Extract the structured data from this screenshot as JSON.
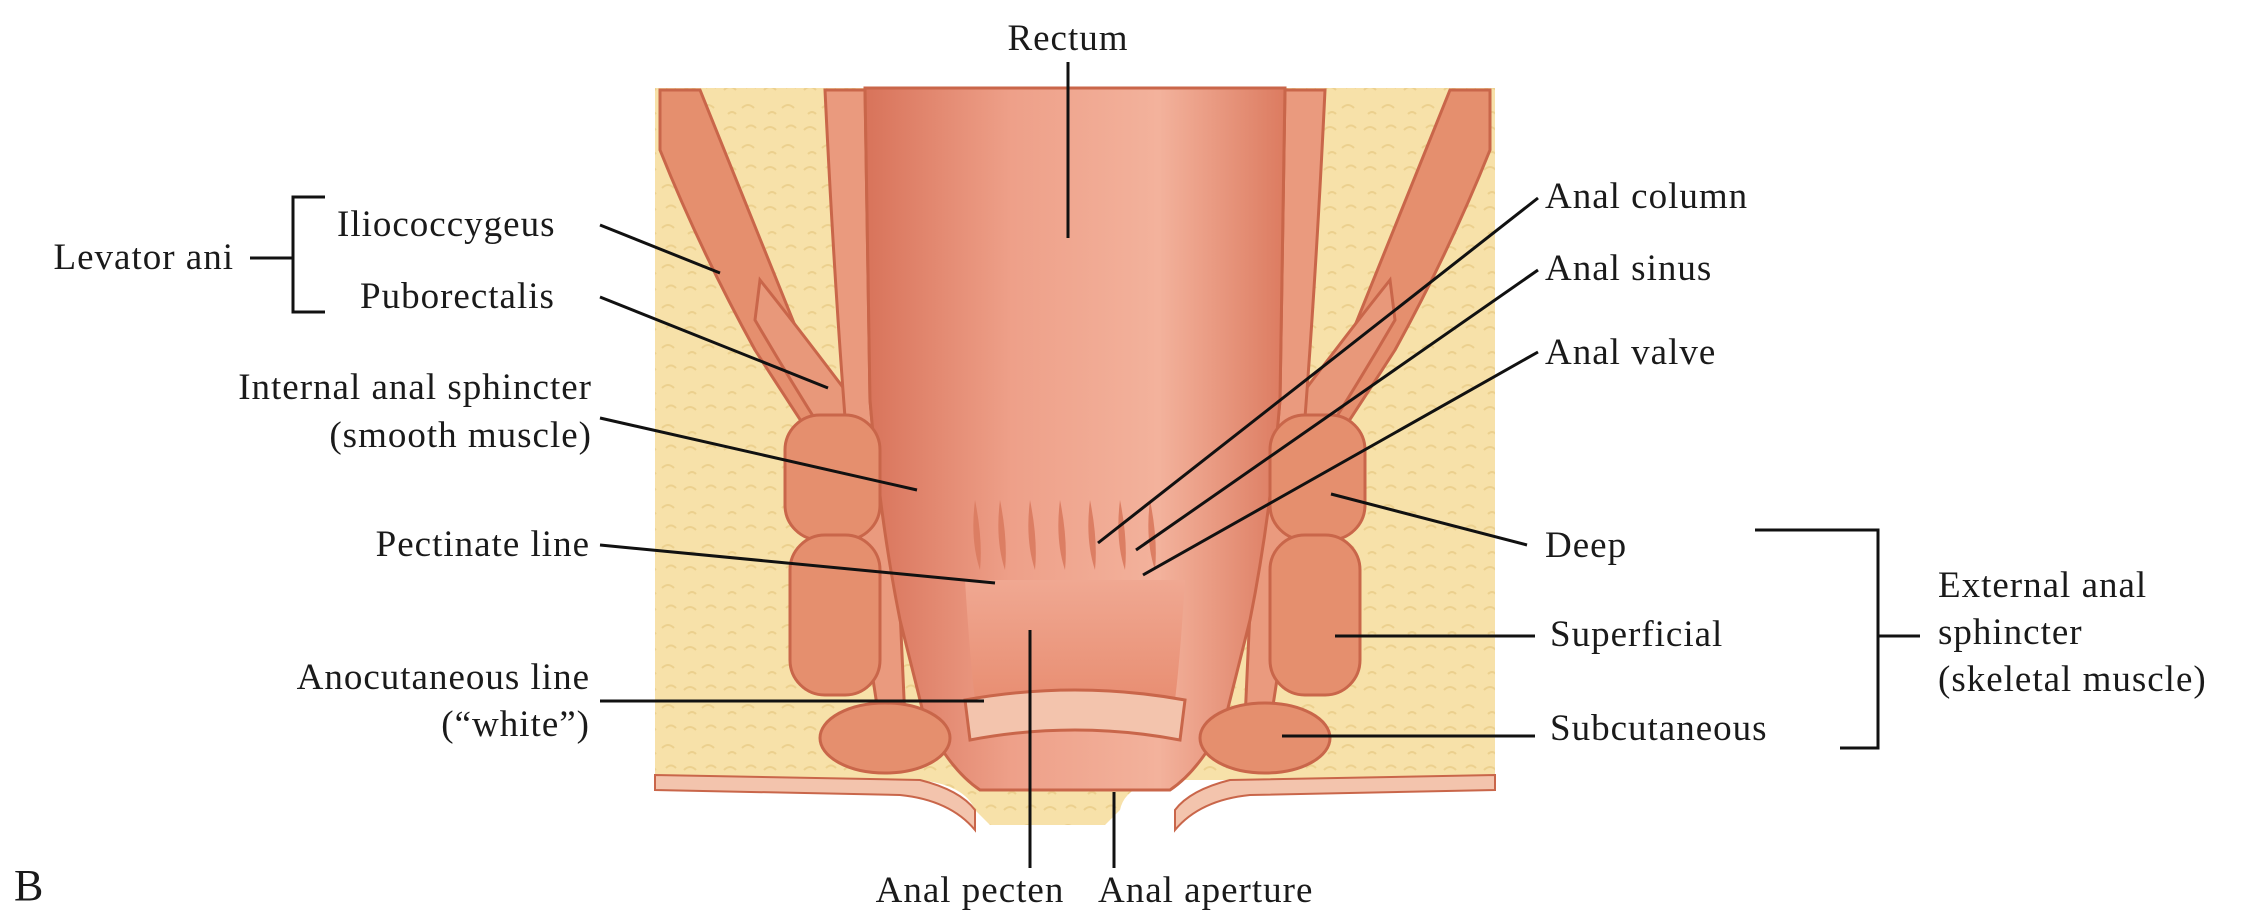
{
  "panel_letter": "B",
  "labels": {
    "rectum": "Rectum",
    "levator_ani": "Levator ani",
    "iliococcygeus": "Iliococcygeus",
    "puborectalis": "Puborectalis",
    "internal_sphincter_1": "Internal anal sphincter",
    "internal_sphincter_2": "(smooth muscle)",
    "pectinate_line": "Pectinate line",
    "anocutaneous_1": "Anocutaneous line",
    "anocutaneous_2": "(“white”)",
    "anal_pecten": "Anal pecten",
    "anal_aperture": "Anal aperture",
    "anal_column": "Anal column",
    "anal_sinus": "Anal sinus",
    "anal_valve": "Anal valve",
    "deep": "Deep",
    "superficial": "Superficial",
    "subcutaneous": "Subcutaneous",
    "external_sphincter_1": "External anal",
    "external_sphincter_2": "sphincter",
    "external_sphincter_3": "(skeletal muscle)"
  },
  "colors": {
    "fat": "#f6dfa6",
    "fat_dark": "#efcf8c",
    "muscle": "#e58f6e",
    "muscle_light": "#f0b096",
    "muscle_edge": "#c9664a",
    "mucosa": "#e9957c",
    "mucosa_dark": "#d86f55",
    "skin": "#f3c4ad",
    "line": "#111111"
  }
}
